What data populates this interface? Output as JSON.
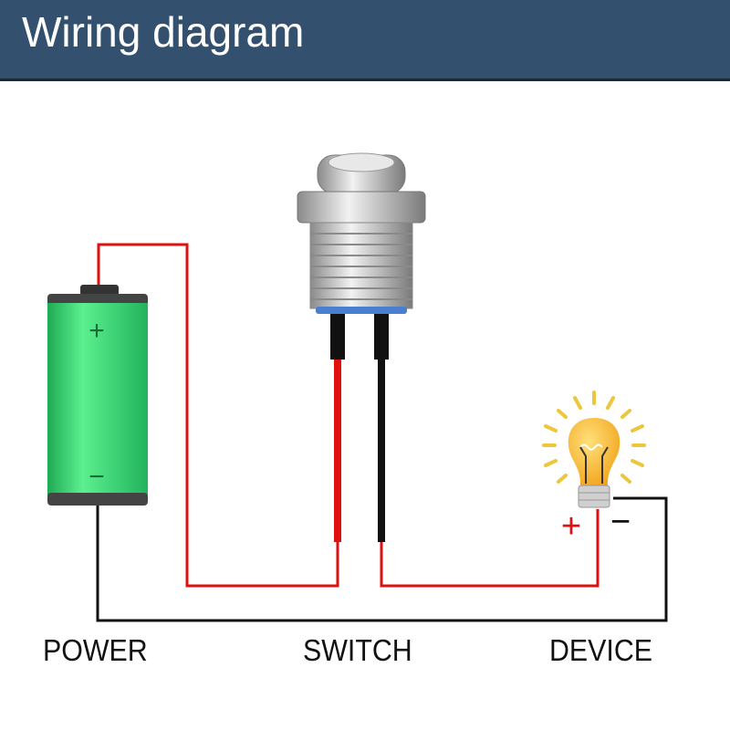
{
  "header": {
    "title": "Wiring diagram"
  },
  "components": {
    "power": {
      "label": "POWER",
      "plus": "+",
      "minus": "−"
    },
    "switch": {
      "label": "SWITCH"
    },
    "device": {
      "label": "DEVICE",
      "plus": "+",
      "minus": "−"
    }
  },
  "colors": {
    "header": "#33506e",
    "wire_positive": "#e01010",
    "wire_negative": "#111111",
    "battery": "#3ee07a",
    "bulb": "#f7c234"
  }
}
